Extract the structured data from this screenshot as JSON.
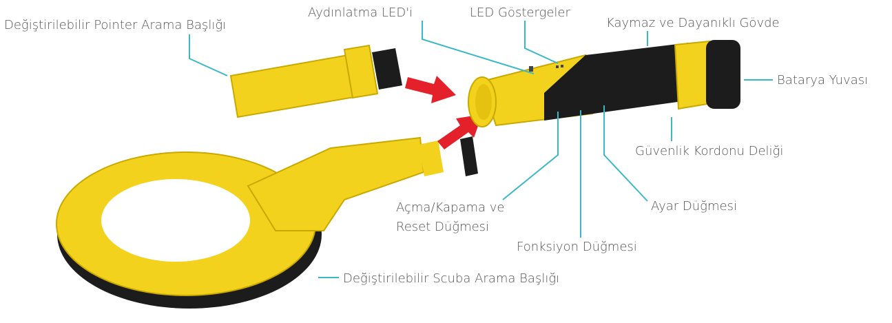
{
  "labels": {
    "pointer_head": "Değiştirilebilir Pointer Arama Başlığı",
    "illumination_led": "Aydınlatma LED'i",
    "led_indicators": "LED Göstergeler",
    "body": "Kaymaz ve Dayanıklı Gövde",
    "battery": "Batarya Yuvası",
    "lanyard": "Güvenlik Kordonu Deliği",
    "settings_button": "Ayar Düğmesi",
    "function_button": "Fonksiyon Düğmesi",
    "power_line1": "Açma/Kapama ve",
    "power_line2": "Reset Düğmesi",
    "scuba_head": "Değiştirilebilir Scuba Arama Başlığı"
  },
  "colors": {
    "yellow": "#f2d21c",
    "black": "#1c1c1c",
    "leader": "#3bb8c6",
    "arrow": "#e4202a",
    "text": "#555555"
  }
}
